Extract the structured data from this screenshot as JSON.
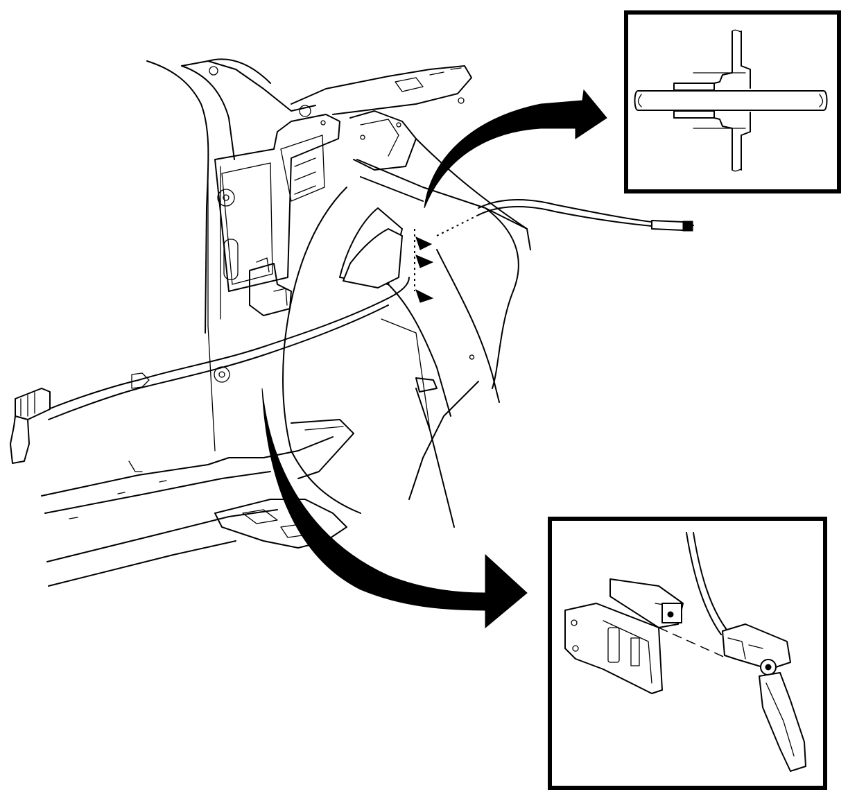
{
  "diagram": {
    "main_view": "vehicle-body-cowl-and-door-opening-with-cable-routing",
    "detail_views": [
      {
        "name": "cable-grommet-section-detail",
        "icon": "grommet-cross-section"
      },
      {
        "name": "release-handle-bracket-detail",
        "icon": "handle-and-bracket"
      }
    ],
    "callout_arrows": 2,
    "colors": {
      "line": "#000000",
      "background": "#ffffff"
    }
  }
}
